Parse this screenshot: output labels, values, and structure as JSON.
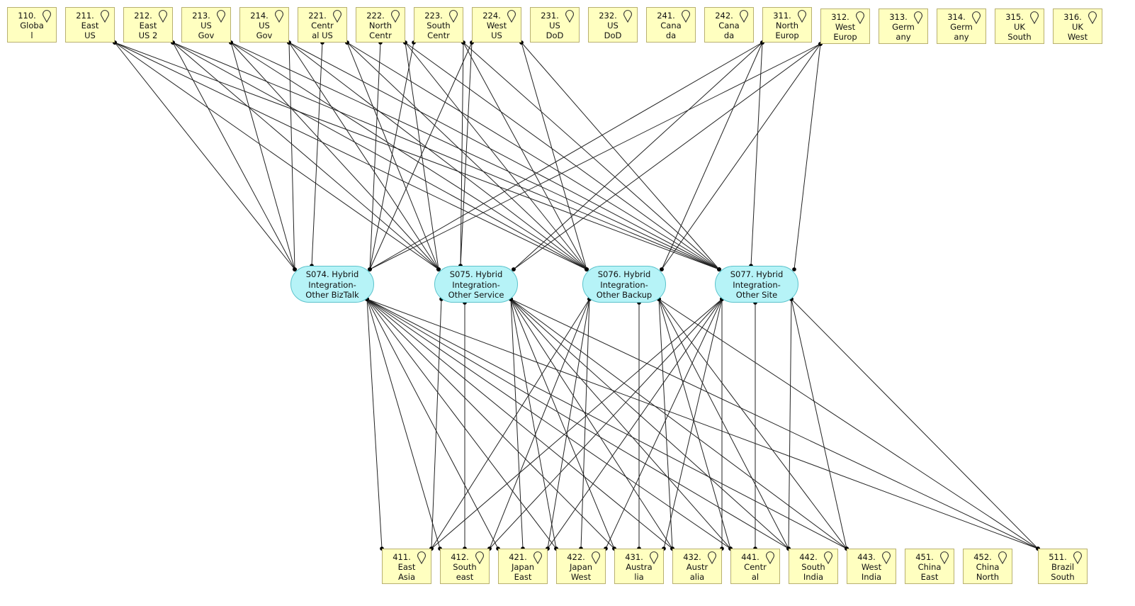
{
  "diagram": {
    "top_locations": [
      {
        "id": "110",
        "line1": "Globa",
        "line2": "l"
      },
      {
        "id": "211",
        "line1": "East",
        "line2": "US"
      },
      {
        "id": "212",
        "line1": "East",
        "line2": "US 2"
      },
      {
        "id": "213",
        "line1": "US",
        "line2": "Gov"
      },
      {
        "id": "214",
        "line1": "US",
        "line2": "Gov"
      },
      {
        "id": "221",
        "line1": "Centr",
        "line2": "al US"
      },
      {
        "id": "222",
        "line1": "North",
        "line2": "Centr"
      },
      {
        "id": "223",
        "line1": "South",
        "line2": "Centr"
      },
      {
        "id": "224",
        "line1": "West",
        "line2": "US"
      },
      {
        "id": "231",
        "line1": "US",
        "line2": "DoD"
      },
      {
        "id": "232",
        "line1": "US",
        "line2": "DoD"
      },
      {
        "id": "241",
        "line1": "Cana",
        "line2": "da"
      },
      {
        "id": "242",
        "line1": "Cana",
        "line2": "da"
      },
      {
        "id": "311",
        "line1": "North",
        "line2": "Europ"
      },
      {
        "id": "312",
        "line1": "West",
        "line2": "Europ"
      },
      {
        "id": "313",
        "line1": "Germ",
        "line2": "any"
      },
      {
        "id": "314",
        "line1": "Germ",
        "line2": "any"
      },
      {
        "id": "315",
        "line1": "UK",
        "line2": "South"
      },
      {
        "id": "316",
        "line1": "UK",
        "line2": "West"
      }
    ],
    "services": [
      {
        "id": "S074",
        "line1": "S074. Hybrid",
        "line2": "Integration-",
        "line3": "Other BizTalk"
      },
      {
        "id": "S075",
        "line1": "S075. Hybrid",
        "line2": "Integration-",
        "line3": "Other Service"
      },
      {
        "id": "S076",
        "line1": "S076. Hybrid",
        "line2": "Integration-",
        "line3": "Other Backup"
      },
      {
        "id": "S077",
        "line1": "S077. Hybrid",
        "line2": "Integration-",
        "line3": "Other Site"
      }
    ],
    "bottom_locations": [
      {
        "id": "411",
        "line1": "East",
        "line2": "Asia"
      },
      {
        "id": "412",
        "line1": "South",
        "line2": "east"
      },
      {
        "id": "421",
        "line1": "Japan",
        "line2": "East"
      },
      {
        "id": "422",
        "line1": "Japan",
        "line2": "West"
      },
      {
        "id": "431",
        "line1": "Austra",
        "line2": "lia"
      },
      {
        "id": "432",
        "line1": "Austr",
        "line2": "alia"
      },
      {
        "id": "441",
        "line1": "Centr",
        "line2": "al"
      },
      {
        "id": "442",
        "line1": "South",
        "line2": "India"
      },
      {
        "id": "443",
        "line1": "West",
        "line2": "India"
      },
      {
        "id": "451",
        "line1": "China",
        "line2": "East"
      },
      {
        "id": "452",
        "line1": "China",
        "line2": "North"
      },
      {
        "id": "511",
        "line1": "Brazil",
        "line2": "South"
      }
    ],
    "connections_top": {
      "211": [
        "S074",
        "S075",
        "S076",
        "S077"
      ],
      "212": [
        "S074",
        "S075",
        "S076",
        "S077"
      ],
      "213": [
        "S074",
        "S075",
        "S076",
        "S077"
      ],
      "214": [
        "S074",
        "S075",
        "S076",
        "S077"
      ],
      "221": [
        "S074",
        "S075",
        "S076",
        "S077"
      ],
      "222": [
        "S074",
        "S075",
        "S076",
        "S077"
      ],
      "223": [
        "S074",
        "S075",
        "S076",
        "S077"
      ],
      "224": [
        "S074",
        "S075",
        "S076",
        "S077"
      ],
      "311": [
        "S074",
        "S075",
        "S076",
        "S077"
      ],
      "312": [
        "S074",
        "S075",
        "S076",
        "S077"
      ]
    },
    "connections_bottom": {
      "S074": [
        "411",
        "412",
        "421",
        "422",
        "431",
        "432",
        "441",
        "442",
        "443",
        "511"
      ],
      "S075": [
        "411",
        "412",
        "421",
        "422",
        "431",
        "432",
        "441",
        "442",
        "443",
        "511"
      ],
      "S076": [
        "411",
        "412",
        "421",
        "422",
        "431",
        "432",
        "441",
        "442",
        "443",
        "511"
      ],
      "S077": [
        "411",
        "412",
        "421",
        "422",
        "431",
        "432",
        "441",
        "442",
        "443",
        "511"
      ]
    }
  }
}
